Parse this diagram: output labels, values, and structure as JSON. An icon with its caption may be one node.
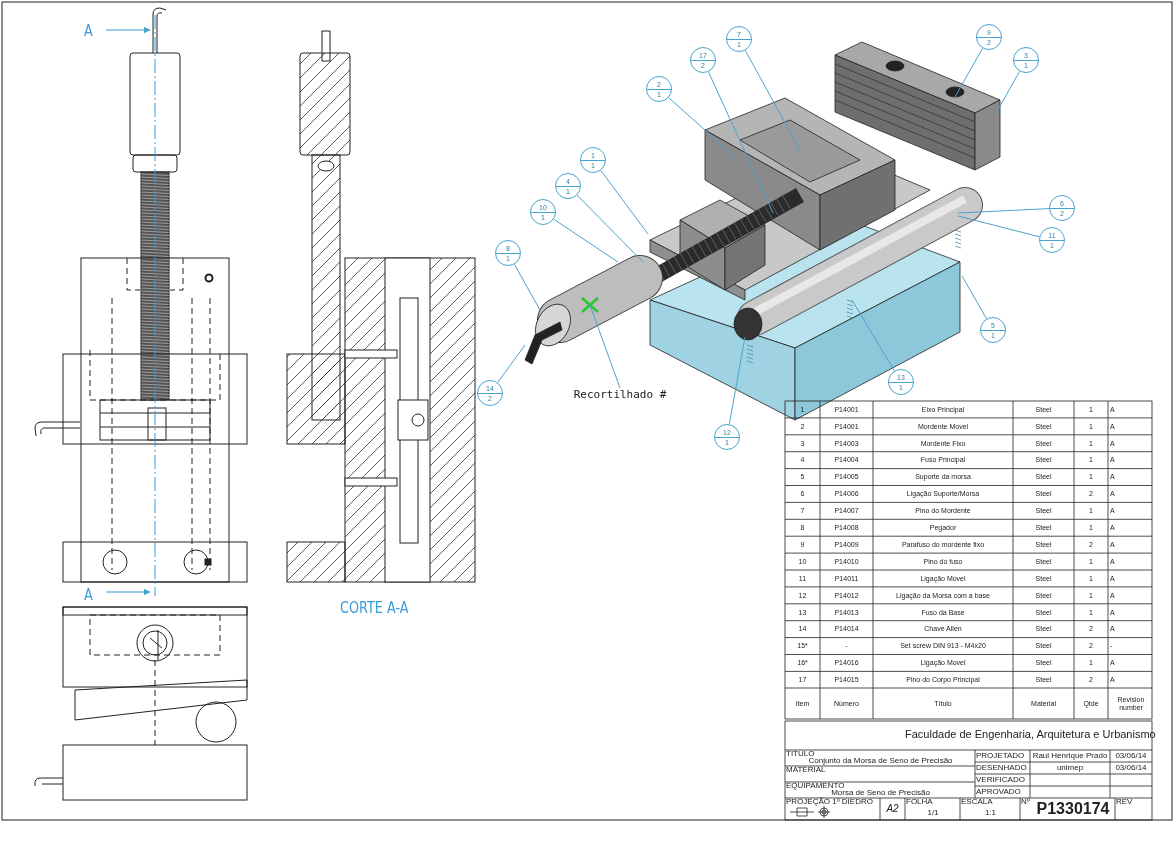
{
  "diagram": {
    "nodes": [
      {
        "text": [
          "9",
          "2"
        ]
      },
      {
        "text": [
          "7",
          "1"
        ]
      },
      {
        "text": [
          "17",
          "2"
        ]
      },
      {
        "text": [
          "3",
          "1"
        ]
      },
      {
        "text": [
          "2",
          "1"
        ]
      },
      {
        "text": [
          "1",
          "1"
        ]
      },
      {
        "text": [
          "4",
          "1"
        ]
      },
      {
        "text": [
          "6",
          "2"
        ]
      },
      {
        "text": [
          "10",
          "1"
        ]
      },
      {
        "text": [
          "11",
          "1"
        ]
      },
      {
        "text": [
          "8",
          "1"
        ]
      },
      {
        "text": [
          "5",
          "1"
        ]
      },
      {
        "text": [
          "13",
          "1"
        ]
      },
      {
        "text": [
          "14",
          "2"
        ]
      },
      {
        "text": [
          "Recortilhado #"
        ]
      },
      {
        "text": [
          "12",
          "1"
        ]
      }
    ],
    "edges": [
      {
        "from": 0,
        "to": null,
        "arrow": "none"
      },
      {
        "from": 1,
        "to": null,
        "arrow": "none"
      },
      {
        "from": 2,
        "to": null,
        "arrow": "none"
      },
      {
        "from": 3,
        "to": null,
        "arrow": "none"
      },
      {
        "from": 4,
        "to": null,
        "arrow": "none"
      },
      {
        "from": 5,
        "to": null,
        "arrow": "none"
      },
      {
        "from": 6,
        "to": null,
        "arrow": "none"
      },
      {
        "from": 7,
        "to": null,
        "arrow": "none"
      },
      {
        "from": 8,
        "to": null,
        "arrow": "none"
      },
      {
        "from": 9,
        "to": null,
        "arrow": "none"
      },
      {
        "from": 10,
        "to": null,
        "arrow": "none"
      },
      {
        "from": 11,
        "to": null,
        "arrow": "none"
      },
      {
        "from": 12,
        "to": null,
        "arrow": "none"
      },
      {
        "from": 13,
        "to": null,
        "arrow": "none"
      },
      {
        "from": 14,
        "to": null,
        "arrow": "none"
      },
      {
        "from": 15,
        "to": null,
        "arrow": "none"
      }
    ],
    "labels": [
      "A",
      "A",
      "CORTE A-A",
      "1",
      "P14001",
      "Eixo Principal",
      "Steel",
      "1",
      "A",
      "2",
      "P14001",
      "Mordente Movel",
      "Steel",
      "1",
      "A",
      "3",
      "P14003",
      "Mordente Fixo",
      "Steel",
      "1",
      "A",
      "4",
      "P14004",
      "Fuso Principal",
      "Steel",
      "1",
      "A",
      "5",
      "P14005",
      "Suporte da morsa",
      "Steel",
      "1",
      "A",
      "6",
      "P14006",
      "Ligação Suporte/Morsa",
      "Steel",
      "2",
      "A",
      "7",
      "P14007",
      "Pino do Mordente",
      "Steel",
      "1",
      "A",
      "8",
      "P14008",
      "Pegador",
      "Steel",
      "1",
      "A",
      "9",
      "P14009",
      "Parafuso do mordente fixo",
      "Steel",
      "2",
      "A",
      "10",
      "P14010",
      "Pino do fuso",
      "Steel",
      "1",
      "A",
      "11",
      "P14011",
      "Ligação Movel",
      "Steel",
      "1",
      "A",
      "12",
      "P14012",
      "Ligação da Morsa com a base",
      "Steel",
      "1",
      "A",
      "13",
      "P14013",
      "Fuso da Base",
      "Steel",
      "1",
      "A",
      "14",
      "P14014",
      "Chave Allen",
      "Steel",
      "2",
      "A",
      "15*",
      "-",
      "Set screw DIN 913 - M4x20",
      "Steel",
      "2",
      "-",
      "16*",
      "P14016",
      "Ligação Movel",
      "Steel",
      "1",
      "A",
      "17",
      "P14015",
      "Pino do Corpo Principal",
      "Steel",
      "2",
      "A",
      "Item",
      "Número",
      "Título",
      "Material",
      "Qtde",
      "Revision number",
      "Faculdade de Engenharia, Arquitetura e Urbanismo",
      "TITULO",
      "Conjunto da Morsa de Seno de Precisão",
      "MATERIAL",
      "EQUIPAMENTO",
      "Morsa de Seno de Precisão",
      "PROJETADO",
      "Raul Henrique Prado",
      "03/06/14",
      "DESENHADO",
      "unimep",
      "03/06/14",
      "VERIFICADO",
      "APROVADO",
      "PROJEÇÃO 1º DIEDRO",
      "A2",
      "FOLHA",
      "1/1",
      "ESCALA",
      "1:1",
      "Nº",
      "P1330174",
      "REV"
    ]
  }
}
